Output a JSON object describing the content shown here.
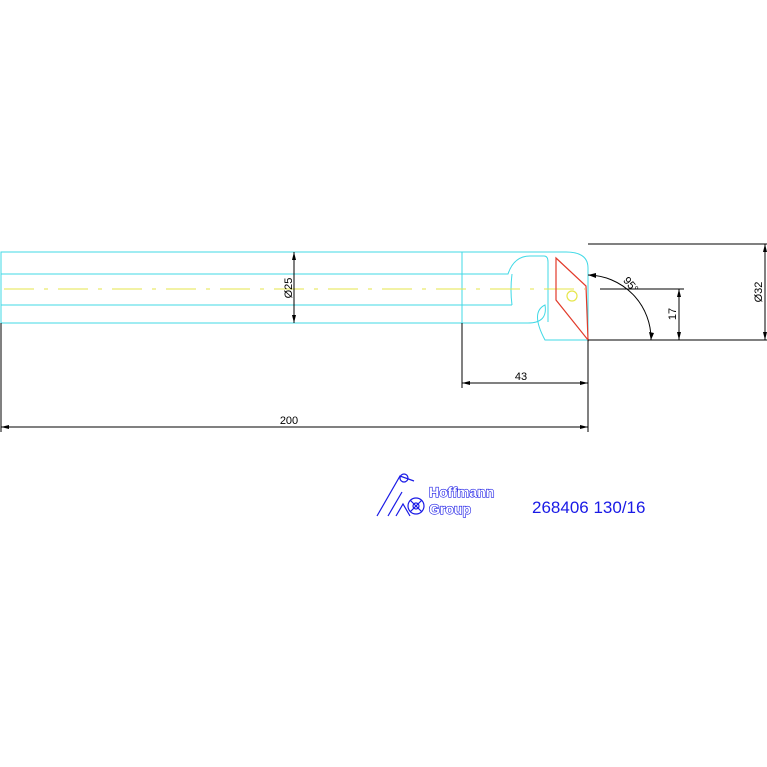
{
  "colors": {
    "outline": "#41d9e6",
    "centerline": "#e6e64a",
    "dimension": "#000000",
    "insert": "#e23a2a",
    "brand": "#1a1ae6"
  },
  "dimensions": {
    "overall_length": "200",
    "head_length": "43",
    "shank_diameter": "Ø25",
    "head_diameter": "Ø32",
    "offset": "17",
    "angle": "95°"
  },
  "logo": {
    "line1": "Hoffmann",
    "line2": "Group",
    "icon": "hoffmann-group-logo-icon"
  },
  "reference": "268406 130/16"
}
